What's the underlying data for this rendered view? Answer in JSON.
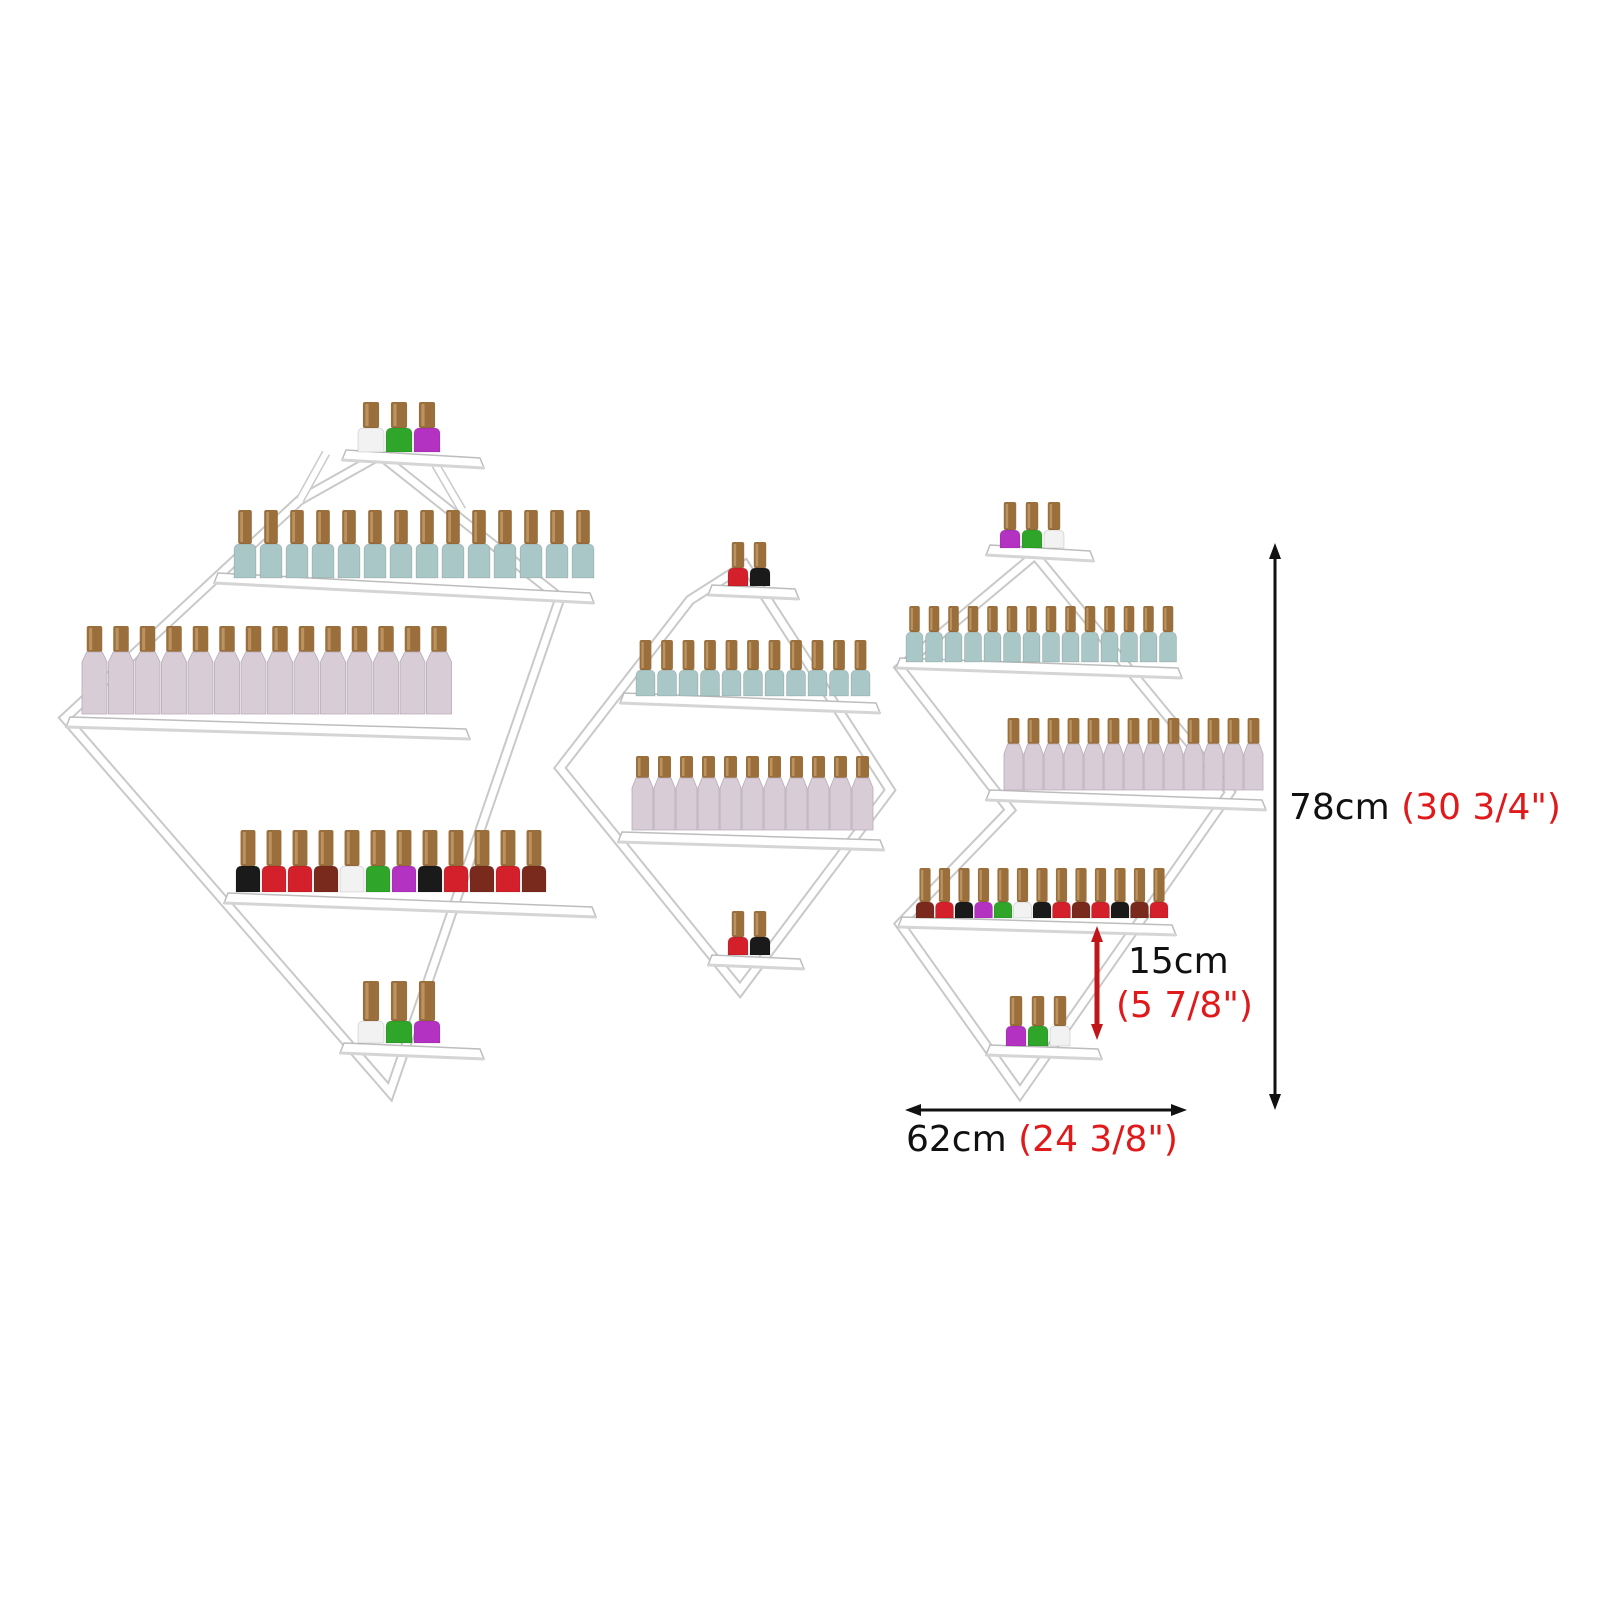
{
  "product": {
    "rack_count": 3,
    "frame_color": "#ffffff",
    "frame_stroke": "#c9c9c9"
  },
  "dimensions": {
    "height": {
      "cm": "78cm",
      "inch": "(30 3/4\")"
    },
    "width": {
      "cm": "62cm",
      "inch": "(24 3/8\")"
    },
    "shelf_gap": {
      "cm": "15cm",
      "inch": "(5 7/8\")"
    },
    "arrow_color_black": "#111111",
    "arrow_color_red": "#c0161a",
    "text_color_red": "#e0191b"
  },
  "bottle_colors": {
    "cap": "#9a6f3c",
    "cap_light": "#c9a271",
    "lilac": "#d8cdd6",
    "aqua": "#a9c7c6",
    "black": "#1a1a1a",
    "red": "#d4202a",
    "brown": "#7a2a1c",
    "white": "#f2f2f2",
    "green": "#2fa52a",
    "purple": "#b432c2"
  }
}
